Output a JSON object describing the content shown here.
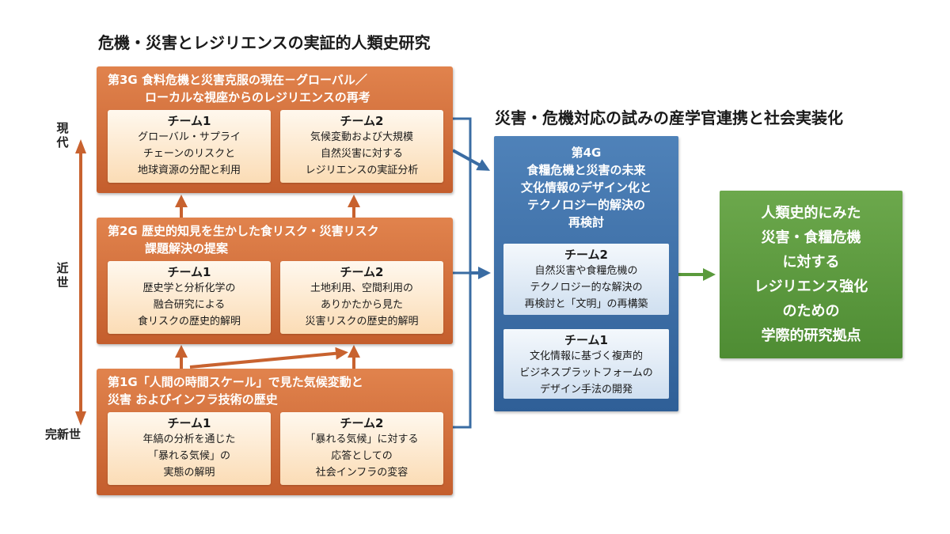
{
  "titles": {
    "left": "危機・災害とレジリエンスの実証的人類史研究",
    "right": "災害・危機対応の試みの産学官連携と社会実装化"
  },
  "eras": {
    "modern": "現代",
    "early_modern": "近世",
    "holocene": "完新世"
  },
  "g3": {
    "title_line1": "第3G 食料危機と災害克服の現在－グローバル／",
    "title_line2": "ローカルな視座からのレジリエンスの再考",
    "team1_name": "チーム1",
    "team1_desc": "グローバル・サプライ\nチェーンのリスクと\n地球資源の分配と利用",
    "team2_name": "チーム2",
    "team2_desc": "気候変動および大規模\n自然災害に対する\nレジリエンスの実証分析"
  },
  "g2": {
    "title_line1": "第2G 歴史的知見を生かした食リスク・災害リスク",
    "title_line2": "課題解決の提案",
    "team1_name": "チーム1",
    "team1_desc": "歴史学と分析化学の\n融合研究による\n食リスクの歴史的解明",
    "team2_name": "チーム2",
    "team2_desc": "土地利用、空間利用の\nありかたから見た\n災害リスクの歴史的解明"
  },
  "g1": {
    "title_line1": "第1G「人間の時間スケール」で見た気候変動と",
    "title_line2": "災害 およびインフラ技術の歴史",
    "team1_name": "チーム1",
    "team1_desc": "年縞の分析を通じた\n「暴れる気候」の\n実態の解明",
    "team2_name": "チーム2",
    "team2_desc": "「暴れる気候」に対する\n応答としての\n社会インフラの変容"
  },
  "g4": {
    "title": "第4G\n食糧危機と災害の未来\n文化情報のデザイン化と\nテクノロジー的解決の\n再検討",
    "team2_name": "チーム2",
    "team2_desc": "自然災害や食糧危機の\nテクノロジー的な解決の\n再検討と「文明」の再構築",
    "team1_name": "チーム1",
    "team1_desc": "文化情報に基づく複声的\nビジネスプラットフォームの\nデザイン手法の開発"
  },
  "goal": {
    "text": "人類史的にみた\n災害・食糧危機\nに対する\nレジリエンス強化\nのための\n学際的研究拠点"
  },
  "colors": {
    "orange": "#c8622f",
    "blue": "#3a6ca3",
    "green": "#5a9a3c"
  }
}
